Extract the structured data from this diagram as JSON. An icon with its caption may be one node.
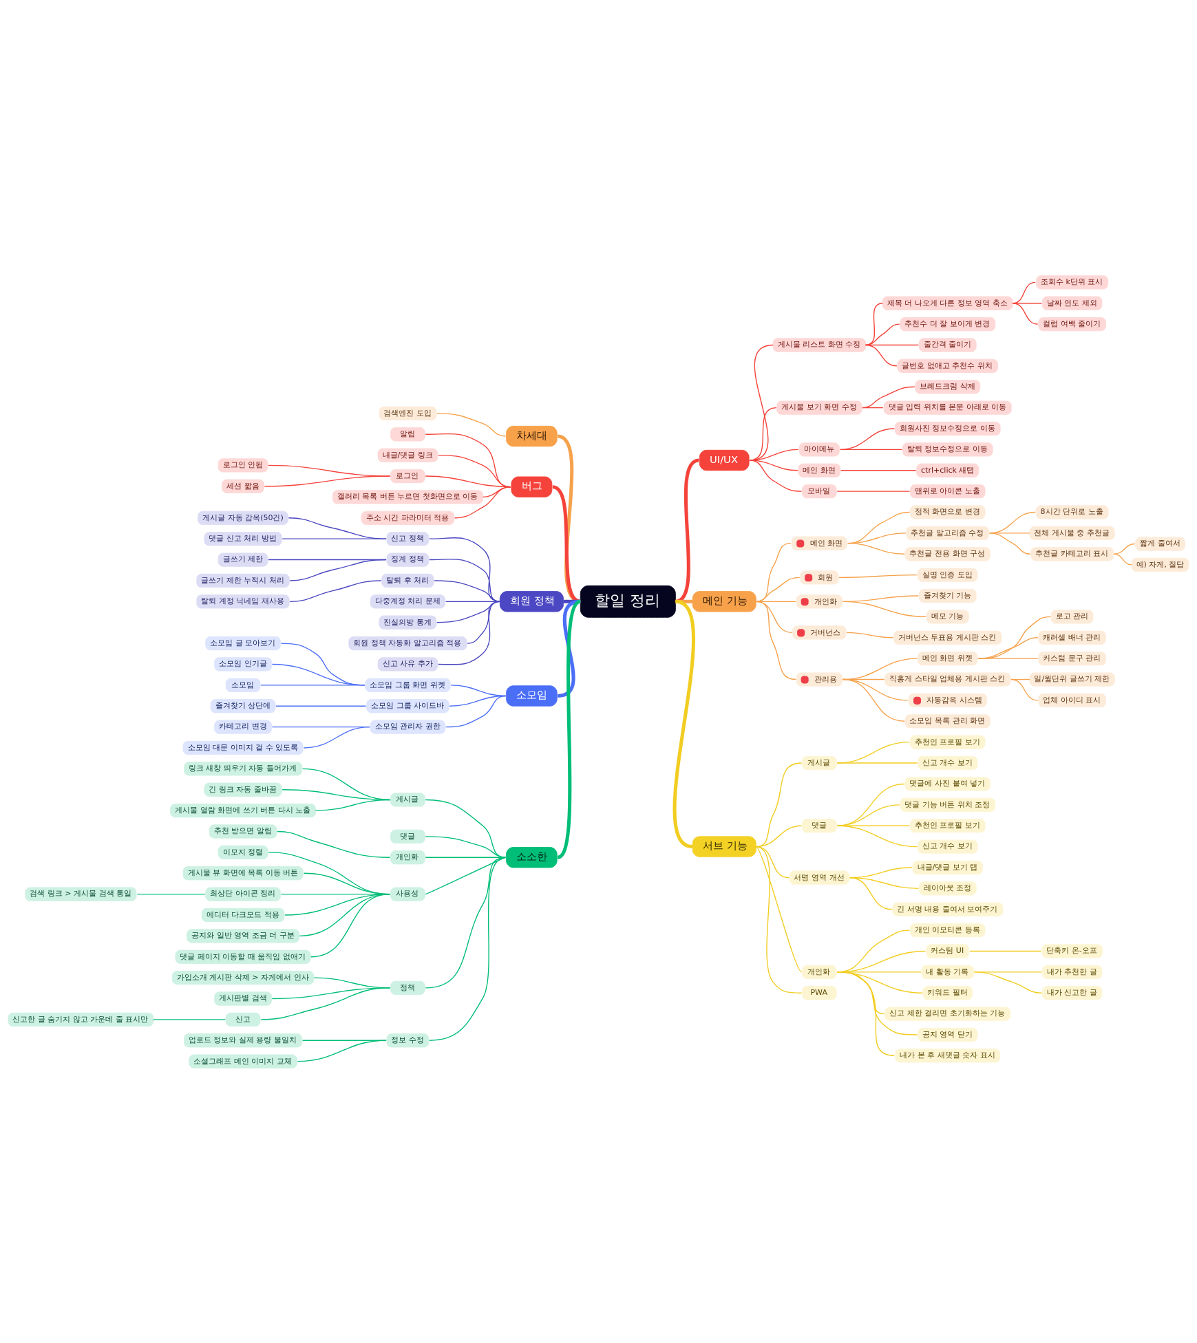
{
  "diagram": {
    "nodes": [
      {
        "text": [
          "할일 정리"
        ]
      },
      {
        "text": [
          "UI/UX"
        ]
      },
      {
        "text": [
          "게시물 리스트 화면 수정"
        ]
      },
      {
        "text": [
          "제목 더 나오게 다른 정보 영역 축소"
        ]
      },
      {
        "text": [
          "조회수 k단위 표시"
        ]
      },
      {
        "text": [
          "날짜 연도 제외"
        ]
      },
      {
        "text": [
          "컬럼 여백 줄이기"
        ]
      },
      {
        "text": [
          "추천수 더 잘 보이게 변경"
        ]
      },
      {
        "text": [
          "줄간격 줄이기"
        ]
      },
      {
        "text": [
          "글번호 없애고 추천수 위치"
        ]
      },
      {
        "text": [
          "게시물 보기 화면 수정"
        ]
      },
      {
        "text": [
          "브레드크럼 삭제"
        ]
      },
      {
        "text": [
          "댓글 입력 위치를 본문 아래로 이동"
        ]
      },
      {
        "text": [
          "마이메뉴"
        ]
      },
      {
        "text": [
          "회원사진 정보수정으로 이동"
        ]
      },
      {
        "text": [
          "탈퇴 정보수정으로 이동"
        ]
      },
      {
        "text": [
          "메인 화면"
        ]
      },
      {
        "text": [
          "ctrl+click 새탭"
        ]
      },
      {
        "text": [
          "모바일"
        ]
      },
      {
        "text": [
          "맨위로 아이콘 노출"
        ]
      },
      {
        "text": [
          "메인 기능"
        ]
      },
      {
        "text": [
          "메인 화면"
        ]
      },
      {
        "text": [
          "정적 화면으로 변경"
        ]
      },
      {
        "text": [
          "추천글 알고리즘 수정"
        ]
      },
      {
        "text": [
          "8시간 단위로 노출"
        ]
      },
      {
        "text": [
          "전체 게시물 중 추천글"
        ]
      },
      {
        "text": [
          "추천글 카테고리 표시"
        ]
      },
      {
        "text": [
          "짧게 줄여서"
        ]
      },
      {
        "text": [
          "예) 자게, 질답"
        ]
      },
      {
        "text": [
          "추천글 전용 화면 구성"
        ]
      },
      {
        "text": [
          "회원"
        ]
      },
      {
        "text": [
          "실명 인증 도입"
        ]
      },
      {
        "text": [
          "개인화"
        ]
      },
      {
        "text": [
          "즐겨찾기 기능"
        ]
      },
      {
        "text": [
          "메모 기능"
        ]
      },
      {
        "text": [
          "거버넌스"
        ]
      },
      {
        "text": [
          "거버넌스 투표용 게시판 스킨"
        ]
      },
      {
        "text": [
          "관리용"
        ]
      },
      {
        "text": [
          "메인 화면 위젯"
        ]
      },
      {
        "text": [
          "로고 관리"
        ]
      },
      {
        "text": [
          "캐러셀 배너 관리"
        ]
      },
      {
        "text": [
          "커스텀 문구 관리"
        ]
      },
      {
        "text": [
          "직홍게 스타일 업체용 게시판 스킨"
        ]
      },
      {
        "text": [
          "일/월단위 글쓰기 제한"
        ]
      },
      {
        "text": [
          "업체 아이디 표시"
        ]
      },
      {
        "text": [
          "자동감옥 시스템"
        ]
      },
      {
        "text": [
          "소모임 목록 관리 화면"
        ]
      },
      {
        "text": [
          "서브 기능"
        ]
      },
      {
        "text": [
          "게시글"
        ]
      },
      {
        "text": [
          "추천인 프로필 보기"
        ]
      },
      {
        "text": [
          "신고 개수 보기"
        ]
      },
      {
        "text": [
          "댓글"
        ]
      },
      {
        "text": [
          "댓글에 사진 붙여 넣기"
        ]
      },
      {
        "text": [
          "댓글 기능 버튼 위치 조정"
        ]
      },
      {
        "text": [
          "추천인 프로필 보기"
        ]
      },
      {
        "text": [
          "신고 개수 보기"
        ]
      },
      {
        "text": [
          "서명 영역 개선"
        ]
      },
      {
        "text": [
          "내글/댓글 보기 탭"
        ]
      },
      {
        "text": [
          "레이아웃 조정"
        ]
      },
      {
        "text": [
          "긴 서명 내용 줄여서 보여주기"
        ]
      },
      {
        "text": [
          "개인화"
        ]
      },
      {
        "text": [
          "개인 이모티콘 등록"
        ]
      },
      {
        "text": [
          "커스텀 UI"
        ]
      },
      {
        "text": [
          "단축키 온-오프"
        ]
      },
      {
        "text": [
          "내 활동 기록"
        ]
      },
      {
        "text": [
          "내가 추천한 글"
        ]
      },
      {
        "text": [
          "내가 신고한 글"
        ]
      },
      {
        "text": [
          "키워드 필터"
        ]
      },
      {
        "text": [
          "신고 제한 걸리면 초기화하는 기능"
        ]
      },
      {
        "text": [
          "공지 영역 닫기"
        ]
      },
      {
        "text": [
          "내가 본 후 새댓글 숫자 표시"
        ]
      },
      {
        "text": [
          "PWA"
        ]
      },
      {
        "text": [
          "차세대"
        ]
      },
      {
        "text": [
          "검색엔진 도입"
        ]
      },
      {
        "text": [
          "버그"
        ]
      },
      {
        "text": [
          "알림"
        ]
      },
      {
        "text": [
          "내글/댓글 링크"
        ]
      },
      {
        "text": [
          "로그인"
        ]
      },
      {
        "text": [
          "로그인 안됨"
        ]
      },
      {
        "text": [
          "세션 짧음"
        ]
      },
      {
        "text": [
          "갤러리 목록 버튼 누르면 첫화면으로 이동"
        ]
      },
      {
        "text": [
          "주소 시간 파라미터 적용"
        ]
      },
      {
        "text": [
          "회원 정책"
        ]
      },
      {
        "text": [
          "신고 정책"
        ]
      },
      {
        "text": [
          "게시글 자동 감옥(50건)"
        ]
      },
      {
        "text": [
          "댓글 신고 처리 방법"
        ]
      },
      {
        "text": [
          "징계 정책"
        ]
      },
      {
        "text": [
          "글쓰기 제한"
        ]
      },
      {
        "text": [
          "글쓰기 제한 누적시 처리"
        ]
      },
      {
        "text": [
          "탈퇴 후 처리"
        ]
      },
      {
        "text": [
          "탈퇴 계정 닉네임 재사용"
        ]
      },
      {
        "text": [
          "다중계정 처리 문제"
        ]
      },
      {
        "text": [
          "진실의방 통계"
        ]
      },
      {
        "text": [
          "회원 정책 자동화 알고리즘 적용"
        ]
      },
      {
        "text": [
          "신고 사유 추가"
        ]
      },
      {
        "text": [
          "소모임"
        ]
      },
      {
        "text": [
          "소모임 그룹 화면 위젯"
        ]
      },
      {
        "text": [
          "소모임 글 모아보기"
        ]
      },
      {
        "text": [
          "소모임 인기글"
        ]
      },
      {
        "text": [
          "소모임"
        ]
      },
      {
        "text": [
          "소모임 그룹 사이드바"
        ]
      },
      {
        "text": [
          "즐겨찾기 상단에"
        ]
      },
      {
        "text": [
          "소모임 관리자 권한"
        ]
      },
      {
        "text": [
          "카테고리 변경"
        ]
      },
      {
        "text": [
          "소모임 대문 이미지 걸 수 있도록"
        ]
      },
      {
        "text": [
          "소소한"
        ]
      },
      {
        "text": [
          "게시글"
        ]
      },
      {
        "text": [
          "링크 새창 띄우기 자동 들어가게"
        ]
      },
      {
        "text": [
          "긴 링크 자동 줄바꿈"
        ]
      },
      {
        "text": [
          "게시물 열람 화면에 쓰기 버튼 다시 노출"
        ]
      },
      {
        "text": [
          "댓글"
        ]
      },
      {
        "text": [
          "개인화"
        ]
      },
      {
        "text": [
          "추천 받으면 알림"
        ]
      },
      {
        "text": [
          "사용성"
        ]
      },
      {
        "text": [
          "이모지 정렬"
        ]
      },
      {
        "text": [
          "게시물 뷰 화면에 목록 이동 버튼"
        ]
      },
      {
        "text": [
          "최상단 아이콘 정리"
        ]
      },
      {
        "text": [
          "검색 링크 > 게시물 검색 통일"
        ]
      },
      {
        "text": [
          "에디터 다크모드 적용"
        ]
      },
      {
        "text": [
          "공지와 일반 영역 조금 더 구분"
        ]
      },
      {
        "text": [
          "댓글 페이지 이동할 때 움직임 없애기"
        ]
      },
      {
        "text": [
          "정책"
        ]
      },
      {
        "text": [
          "가입소개 게시판 삭제 > 자게에서 인사"
        ]
      },
      {
        "text": [
          "게시판별 검색"
        ]
      },
      {
        "text": [
          "신고"
        ]
      },
      {
        "text": [
          "신고한 글 숨기지 않고 가운데 줄 표시만"
        ]
      },
      {
        "text": [
          "정보 수정"
        ]
      },
      {
        "text": [
          "업로드 정보와 실제 용량 불일치"
        ]
      },
      {
        "text": [
          "소셜그래프 메인 이미지 교체"
        ]
      }
    ],
    "edges": [
      {
        "from": 0,
        "to": 1,
        "arrow": "none",
        "style": "thick",
        "color": "#f4433a"
      },
      {
        "from": 1,
        "to": 2,
        "arrow": "none",
        "color": "#f4433a"
      },
      {
        "from": 2,
        "to": 3,
        "arrow": "none",
        "color": "#f4433a"
      },
      {
        "from": 3,
        "to": 4,
        "arrow": "none",
        "color": "#f4433a"
      },
      {
        "from": 3,
        "to": 5,
        "arrow": "none",
        "color": "#f4433a"
      },
      {
        "from": 3,
        "to": 6,
        "arrow": "none",
        "color": "#f4433a"
      },
      {
        "from": 2,
        "to": 7,
        "arrow": "none",
        "color": "#f4433a"
      },
      {
        "from": 2,
        "to": 8,
        "arrow": "none",
        "color": "#f4433a"
      },
      {
        "from": 2,
        "to": 9,
        "arrow": "none",
        "color": "#f4433a"
      },
      {
        "from": 1,
        "to": 10,
        "arrow": "none",
        "color": "#f4433a"
      },
      {
        "from": 10,
        "to": 11,
        "arrow": "none",
        "color": "#f4433a"
      },
      {
        "from": 10,
        "to": 12,
        "arrow": "none",
        "color": "#f4433a"
      },
      {
        "from": 1,
        "to": 13,
        "arrow": "none",
        "color": "#f4433a"
      },
      {
        "from": 13,
        "to": 14,
        "arrow": "none",
        "color": "#f4433a"
      },
      {
        "from": 13,
        "to": 15,
        "arrow": "none",
        "color": "#f4433a"
      },
      {
        "from": 1,
        "to": 16,
        "arrow": "none",
        "color": "#f4433a"
      },
      {
        "from": 16,
        "to": 17,
        "arrow": "none",
        "color": "#f4433a"
      },
      {
        "from": 1,
        "to": 18,
        "arrow": "none",
        "color": "#f4433a"
      },
      {
        "from": 18,
        "to": 19,
        "arrow": "none",
        "color": "#f4433a"
      },
      {
        "from": 0,
        "to": 20,
        "arrow": "none",
        "style": "thick",
        "color": "#f6a24c"
      },
      {
        "from": 20,
        "to": 21,
        "arrow": "none",
        "color": "#f6a24c"
      },
      {
        "from": 21,
        "to": 22,
        "arrow": "none",
        "color": "#f6a24c"
      },
      {
        "from": 21,
        "to": 23,
        "arrow": "none",
        "color": "#f6a24c"
      },
      {
        "from": 23,
        "to": 24,
        "arrow": "none",
        "color": "#f6a24c"
      },
      {
        "from": 23,
        "to": 25,
        "arrow": "none",
        "color": "#f6a24c"
      },
      {
        "from": 23,
        "to": 26,
        "arrow": "none",
        "color": "#f6a24c"
      },
      {
        "from": 26,
        "to": 27,
        "arrow": "none",
        "color": "#f6a24c"
      },
      {
        "from": 26,
        "to": 28,
        "arrow": "none",
        "color": "#f6a24c"
      },
      {
        "from": 21,
        "to": 29,
        "arrow": "none",
        "color": "#f6a24c"
      },
      {
        "from": 20,
        "to": 30,
        "arrow": "none",
        "color": "#f6a24c"
      },
      {
        "from": 30,
        "to": 31,
        "arrow": "none",
        "color": "#f6a24c"
      },
      {
        "from": 20,
        "to": 32,
        "arrow": "none",
        "color": "#f6a24c"
      },
      {
        "from": 32,
        "to": 33,
        "arrow": "none",
        "color": "#f6a24c"
      },
      {
        "from": 32,
        "to": 34,
        "arrow": "none",
        "color": "#f6a24c"
      },
      {
        "from": 20,
        "to": 35,
        "arrow": "none",
        "color": "#f6a24c"
      },
      {
        "from": 35,
        "to": 36,
        "arrow": "none",
        "color": "#f6a24c"
      },
      {
        "from": 20,
        "to": 37,
        "arrow": "none",
        "color": "#f6a24c"
      },
      {
        "from": 37,
        "to": 38,
        "arrow": "none",
        "color": "#f6a24c"
      },
      {
        "from": 38,
        "to": 39,
        "arrow": "none",
        "color": "#f6a24c"
      },
      {
        "from": 38,
        "to": 40,
        "arrow": "none",
        "color": "#f6a24c"
      },
      {
        "from": 38,
        "to": 41,
        "arrow": "none",
        "color": "#f6a24c"
      },
      {
        "from": 37,
        "to": 42,
        "arrow": "none",
        "color": "#f6a24c"
      },
      {
        "from": 42,
        "to": 43,
        "arrow": "none",
        "color": "#f6a24c"
      },
      {
        "from": 42,
        "to": 44,
        "arrow": "none",
        "color": "#f6a24c"
      },
      {
        "from": 37,
        "to": 45,
        "arrow": "none",
        "color": "#f6a24c"
      },
      {
        "from": 37,
        "to": 46,
        "arrow": "none",
        "color": "#f6a24c"
      },
      {
        "from": 0,
        "to": 47,
        "arrow": "none",
        "style": "thick",
        "color": "#f2cd21"
      },
      {
        "from": 47,
        "to": 48,
        "arrow": "none",
        "color": "#f2cd21"
      },
      {
        "from": 48,
        "to": 49,
        "arrow": "none",
        "color": "#f2cd21"
      },
      {
        "from": 48,
        "to": 50,
        "arrow": "none",
        "color": "#f2cd21"
      },
      {
        "from": 47,
        "to": 51,
        "arrow": "none",
        "color": "#f2cd21"
      },
      {
        "from": 51,
        "to": 52,
        "arrow": "none",
        "color": "#f2cd21"
      },
      {
        "from": 51,
        "to": 53,
        "arrow": "none",
        "color": "#f2cd21"
      },
      {
        "from": 51,
        "to": 54,
        "arrow": "none",
        "color": "#f2cd21"
      },
      {
        "from": 51,
        "to": 55,
        "arrow": "none",
        "color": "#f2cd21"
      },
      {
        "from": 47,
        "to": 56,
        "arrow": "none",
        "color": "#f2cd21"
      },
      {
        "from": 56,
        "to": 57,
        "arrow": "none",
        "color": "#f2cd21"
      },
      {
        "from": 56,
        "to": 58,
        "arrow": "none",
        "color": "#f2cd21"
      },
      {
        "from": 56,
        "to": 59,
        "arrow": "none",
        "color": "#f2cd21"
      },
      {
        "from": 47,
        "to": 60,
        "arrow": "none",
        "color": "#f2cd21"
      },
      {
        "from": 60,
        "to": 61,
        "arrow": "none",
        "color": "#f2cd21"
      },
      {
        "from": 60,
        "to": 62,
        "arrow": "none",
        "color": "#f2cd21"
      },
      {
        "from": 62,
        "to": 63,
        "arrow": "none",
        "color": "#f2cd21"
      },
      {
        "from": 60,
        "to": 64,
        "arrow": "none",
        "color": "#f2cd21"
      },
      {
        "from": 64,
        "to": 65,
        "arrow": "none",
        "color": "#f2cd21"
      },
      {
        "from": 64,
        "to": 66,
        "arrow": "none",
        "color": "#f2cd21"
      },
      {
        "from": 60,
        "to": 67,
        "arrow": "none",
        "color": "#f2cd21"
      },
      {
        "from": 60,
        "to": 68,
        "arrow": "none",
        "color": "#f2cd21"
      },
      {
        "from": 60,
        "to": 69,
        "arrow": "none",
        "color": "#f2cd21"
      },
      {
        "from": 60,
        "to": 70,
        "arrow": "none",
        "color": "#f2cd21"
      },
      {
        "from": 47,
        "to": 71,
        "arrow": "none",
        "color": "#f2cd21"
      },
      {
        "from": 72,
        "to": 0,
        "arrow": "none",
        "style": "thick",
        "color": "#f6a24c"
      },
      {
        "from": 73,
        "to": 72,
        "arrow": "none",
        "color": "#f6a24c"
      },
      {
        "from": 74,
        "to": 0,
        "arrow": "none",
        "style": "thick",
        "color": "#f4433a"
      },
      {
        "from": 75,
        "to": 74,
        "arrow": "none",
        "color": "#f4433a"
      },
      {
        "from": 76,
        "to": 74,
        "arrow": "none",
        "color": "#f4433a"
      },
      {
        "from": 77,
        "to": 74,
        "arrow": "none",
        "color": "#f4433a"
      },
      {
        "from": 78,
        "to": 77,
        "arrow": "none",
        "color": "#f4433a"
      },
      {
        "from": 79,
        "to": 77,
        "arrow": "none",
        "color": "#f4433a"
      },
      {
        "from": 80,
        "to": 74,
        "arrow": "none",
        "color": "#f4433a"
      },
      {
        "from": 81,
        "to": 74,
        "arrow": "none",
        "color": "#f4433a"
      },
      {
        "from": 82,
        "to": 0,
        "arrow": "none",
        "style": "thick",
        "color": "#4a47c1"
      },
      {
        "from": 83,
        "to": 82,
        "arrow": "none",
        "color": "#4a47c1"
      },
      {
        "from": 84,
        "to": 83,
        "arrow": "none",
        "color": "#4a47c1"
      },
      {
        "from": 85,
        "to": 83,
        "arrow": "none",
        "color": "#4a47c1"
      },
      {
        "from": 86,
        "to": 82,
        "arrow": "none",
        "color": "#4a47c1"
      },
      {
        "from": 87,
        "to": 86,
        "arrow": "none",
        "color": "#4a47c1"
      },
      {
        "from": 88,
        "to": 86,
        "arrow": "none",
        "color": "#4a47c1"
      },
      {
        "from": 89,
        "to": 82,
        "arrow": "none",
        "color": "#4a47c1"
      },
      {
        "from": 90,
        "to": 89,
        "arrow": "none",
        "color": "#4a47c1"
      },
      {
        "from": 91,
        "to": 82,
        "arrow": "none",
        "color": "#4a47c1"
      },
      {
        "from": 92,
        "to": 82,
        "arrow": "none",
        "color": "#4a47c1"
      },
      {
        "from": 93,
        "to": 82,
        "arrow": "none",
        "color": "#4a47c1"
      },
      {
        "from": 94,
        "to": 82,
        "arrow": "none",
        "color": "#4a47c1"
      },
      {
        "from": 95,
        "to": 0,
        "arrow": "none",
        "style": "thick",
        "color": "#4b6ef6"
      },
      {
        "from": 96,
        "to": 95,
        "arrow": "none",
        "color": "#4b6ef6"
      },
      {
        "from": 97,
        "to": 96,
        "arrow": "none",
        "color": "#4b6ef6"
      },
      {
        "from": 98,
        "to": 96,
        "arrow": "none",
        "color": "#4b6ef6"
      },
      {
        "from": 99,
        "to": 96,
        "arrow": "none",
        "color": "#4b6ef6"
      },
      {
        "from": 100,
        "to": 95,
        "arrow": "none",
        "color": "#4b6ef6"
      },
      {
        "from": 101,
        "to": 100,
        "arrow": "none",
        "color": "#4b6ef6"
      },
      {
        "from": 102,
        "to": 95,
        "arrow": "none",
        "color": "#4b6ef6"
      },
      {
        "from": 103,
        "to": 102,
        "arrow": "none",
        "color": "#4b6ef6"
      },
      {
        "from": 104,
        "to": 102,
        "arrow": "none",
        "color": "#4b6ef6"
      },
      {
        "from": 105,
        "to": 0,
        "arrow": "none",
        "style": "thick",
        "color": "#00bd77"
      },
      {
        "from": 106,
        "to": 105,
        "arrow": "none",
        "color": "#00bd77"
      },
      {
        "from": 107,
        "to": 106,
        "arrow": "none",
        "color": "#00bd77"
      },
      {
        "from": 108,
        "to": 106,
        "arrow": "none",
        "color": "#00bd77"
      },
      {
        "from": 109,
        "to": 106,
        "arrow": "none",
        "color": "#00bd77"
      },
      {
        "from": 110,
        "to": 105,
        "arrow": "none",
        "color": "#00bd77"
      },
      {
        "from": 111,
        "to": 105,
        "arrow": "none",
        "color": "#00bd77"
      },
      {
        "from": 112,
        "to": 111,
        "arrow": "none",
        "color": "#00bd77"
      },
      {
        "from": 113,
        "to": 105,
        "arrow": "none",
        "color": "#00bd77"
      },
      {
        "from": 114,
        "to": 113,
        "arrow": "none",
        "color": "#00bd77"
      },
      {
        "from": 115,
        "to": 113,
        "arrow": "none",
        "color": "#00bd77"
      },
      {
        "from": 116,
        "to": 113,
        "arrow": "none",
        "color": "#00bd77"
      },
      {
        "from": 117,
        "to": 116,
        "arrow": "none",
        "color": "#00bd77"
      },
      {
        "from": 118,
        "to": 113,
        "arrow": "none",
        "color": "#00bd77"
      },
      {
        "from": 119,
        "to": 113,
        "arrow": "none",
        "color": "#00bd77"
      },
      {
        "from": 120,
        "to": 113,
        "arrow": "none",
        "color": "#00bd77"
      },
      {
        "from": 121,
        "to": 105,
        "arrow": "none",
        "color": "#00bd77"
      },
      {
        "from": 122,
        "to": 121,
        "arrow": "none",
        "color": "#00bd77"
      },
      {
        "from": 123,
        "to": 121,
        "arrow": "none",
        "color": "#00bd77"
      },
      {
        "from": 124,
        "to": 121,
        "arrow": "none",
        "color": "#00bd77"
      },
      {
        "from": 125,
        "to": 124,
        "arrow": "none",
        "color": "#00bd77"
      },
      {
        "from": 126,
        "to": 105,
        "arrow": "none",
        "color": "#00bd77"
      },
      {
        "from": 127,
        "to": 126,
        "arrow": "none",
        "color": "#00bd77"
      },
      {
        "from": 128,
        "to": 126,
        "arrow": "none",
        "color": "#00bd77"
      }
    ]
  }
}
